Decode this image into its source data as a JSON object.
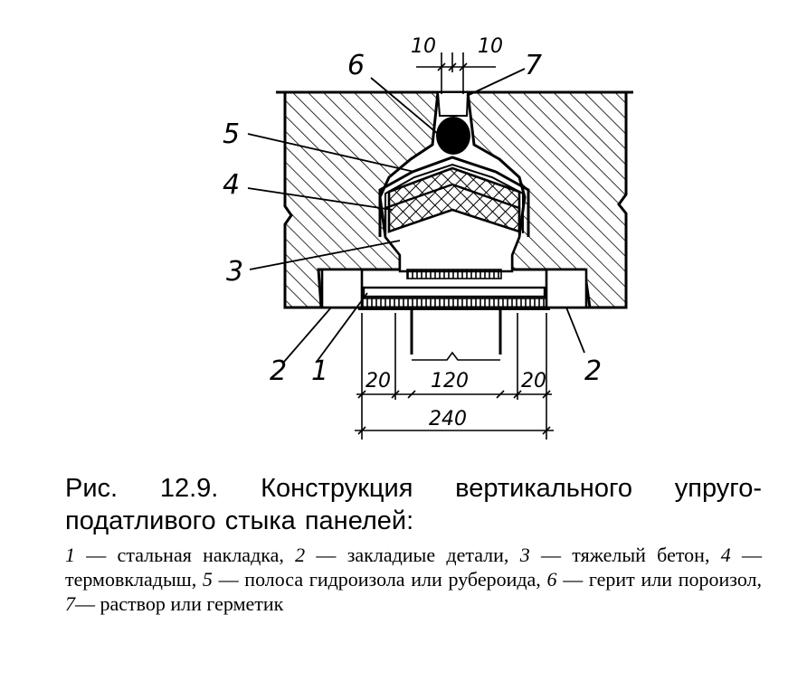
{
  "figure": {
    "labels": {
      "l1": "1",
      "l2a": "2",
      "l2b": "2",
      "l3": "3",
      "l4": "4",
      "l5": "5",
      "l6": "6",
      "l7": "7"
    },
    "dimensions": {
      "top_left": "10",
      "top_right": "10",
      "bottom_left": "20",
      "bottom_mid": "120",
      "bottom_right": "20",
      "total": "240"
    },
    "colors": {
      "ink": "#000000",
      "paper": "#ffffff"
    }
  },
  "caption": {
    "title": "Рис. 12.9. Конструкция вертикального упруго-податливого стыка панелей:",
    "legend": [
      {
        "num": "1",
        "text": " — стальная накладка, "
      },
      {
        "num": "2",
        "text": " — закладиые детали, "
      },
      {
        "num": "3",
        "text": " — тяжелый бетон, "
      },
      {
        "num": "4",
        "text": " — термовкладыш, "
      },
      {
        "num": "5",
        "text": " — полоса гидроизола или рубероида, "
      },
      {
        "num": "6",
        "text": " — герит или пороизол, "
      },
      {
        "num": "7",
        "text": "— раствор или герметик"
      }
    ]
  }
}
